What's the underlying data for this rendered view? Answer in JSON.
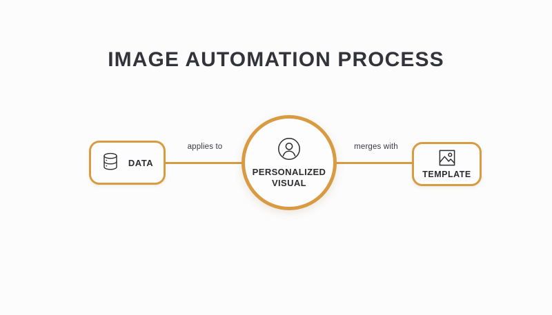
{
  "slide": {
    "title": "IMAGE AUTOMATION PROCESS",
    "background_color": "#fcfcfc",
    "accent_color": "#d79b42",
    "text_color": "#2b2b30"
  },
  "diagram": {
    "nodes": [
      {
        "id": "data",
        "label": "DATA",
        "icon": "database-icon",
        "shape": "rounded-rect"
      },
      {
        "id": "personalized-visual",
        "label": "PERSONALIZED\nVISUAL",
        "icon": "user-icon",
        "shape": "circle"
      },
      {
        "id": "template",
        "label": "TEMPLATE",
        "icon": "image-icon",
        "shape": "rounded-rect"
      }
    ],
    "connectors": [
      {
        "id": "data-to-visual",
        "label": "applies to"
      },
      {
        "id": "visual-to-template",
        "label": "merges with"
      }
    ]
  }
}
